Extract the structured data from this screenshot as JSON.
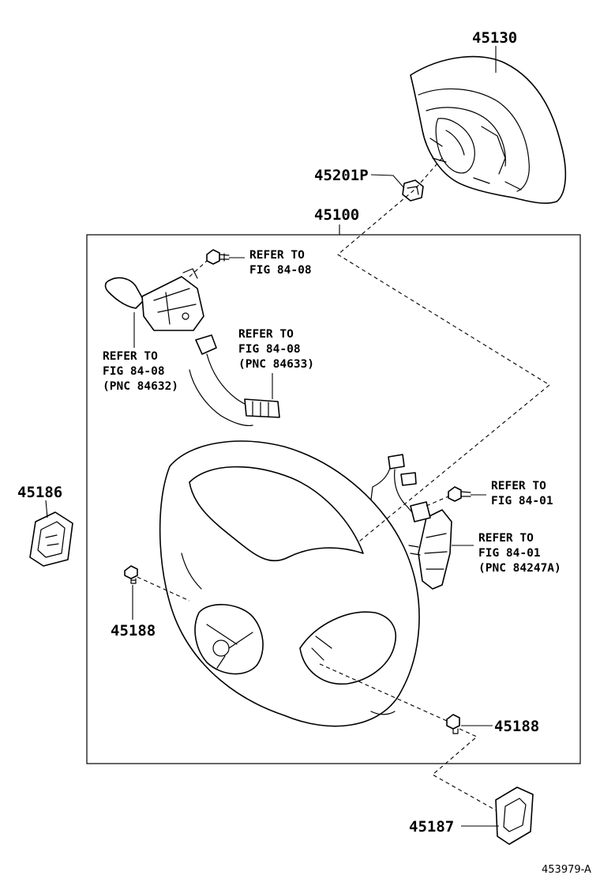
{
  "parts": {
    "p45130": "45130",
    "p45201p": "45201P",
    "p45100": "45100",
    "p45186": "45186",
    "p45188_left": "45188",
    "p45188_right": "45188",
    "p45187": "45187"
  },
  "refs": {
    "bolt_top": {
      "l1": "REFER TO",
      "l2": "FIG 84-08"
    },
    "switch_84632": {
      "l1": "REFER TO",
      "l2": "FIG 84-08",
      "l3": "(PNC 84632)"
    },
    "wire_84633": {
      "l1": "REFER TO",
      "l2": "FIG 84-08",
      "l3": "(PNC 84633)"
    },
    "bolt_right": {
      "l1": "REFER TO",
      "l2": "FIG 84-01"
    },
    "switch_84247a": {
      "l1": "REFER TO",
      "l2": "FIG 84-01",
      "l3": "(PNC 84247A)"
    }
  },
  "illustration_id": "453979-A"
}
